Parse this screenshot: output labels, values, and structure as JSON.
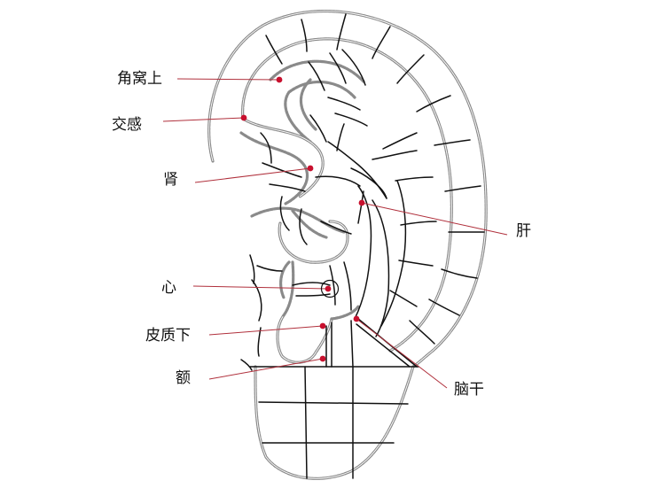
{
  "labels": {
    "jiaowoshang": "角窝上",
    "jiaogan": "交感",
    "shen": "肾",
    "xin": "心",
    "pizhixia": "皮质下",
    "e": "额",
    "gan": "肝",
    "naogan": "脑干"
  },
  "colors": {
    "leader": "#b0303c",
    "point": "#c8102e",
    "outline": "#8a8a8a",
    "line": "#111111"
  }
}
